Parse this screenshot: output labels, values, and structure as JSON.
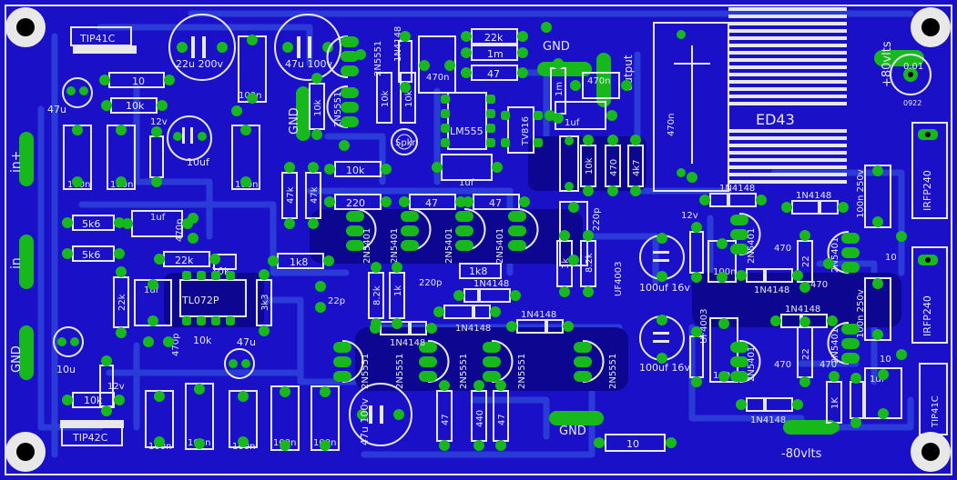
{
  "colors": {
    "board": "#1a10c8",
    "board_dark": "#0c0690",
    "trace": "#2b3bd8",
    "pad": "#17b81c",
    "hole": "#000000",
    "silk": "#e8e8e8",
    "bg": "#000000"
  },
  "labels": {
    "tip41": "TIP41C",
    "tip42": "TIP42C",
    "cap_22u": "22u 200v",
    "cap_47u_100v": "47u 100v",
    "cap_47u_100v_b": "47u 100v",
    "cap_10uf": "10uf",
    "cap_47u_a": "47u",
    "cap_47u_b": "47u",
    "cap_10u": "10u",
    "cap_1uf_a": "1uf",
    "cap_1uf_b": "1uf",
    "cap_1uf_c": "1uf",
    "cap_1uf_d": "1uf",
    "cap_1uf_e": "1uf",
    "cap_470n_a": "470n",
    "cap_470n_big": "470n",
    "cap_470p_a": "470p",
    "cap_470p_b": "470p",
    "cap_220p_a": "220p",
    "cap_220p_b": "220p",
    "cap_22p": "22p",
    "cap_100uf_16v_a": "100uf 16v",
    "cap_100uf_16v_b": "100uf 16v",
    "cap_100n_250v_a": "100n 250v",
    "cap_100n_250v_b": "100n 250v",
    "cap_0_01": "0.01",
    "cap_0922": "0922",
    "cap_100n": "100n",
    "res_10": "10",
    "res_10k": "10k",
    "res_22k": "22k",
    "res_1m": "1m",
    "res_47": "47",
    "res_47k": "47k",
    "res_220": "220",
    "res_5k6": "5k6",
    "res_1k8": "1k8",
    "res_8k2": "8.2k",
    "res_1k": "1k",
    "res_3k3": "3k3",
    "res_4k7": "4k7",
    "res_470": "470",
    "res_440": "440",
    "res_22": "22",
    "res_1k_b": "1K",
    "res_12v": "12v",
    "res_12v_b": "12v",
    "res_12v_c": "12v",
    "ic_lm555": "LM555",
    "ic_tl072": "TL072P",
    "ic_tv816": "TV816",
    "speaker": "Spkr",
    "xfmr": "ED43",
    "rail_pos": "+80vlts",
    "rail_neg": "-80vlts",
    "gnd_a": "GND",
    "gnd_b": "GND",
    "gnd_c": "GND",
    "gnd_d": "GND",
    "in_plus": "in+",
    "in": "in",
    "output": "output",
    "irfp240_a": "IRFP240",
    "irfp240_b": "IRFP240",
    "uf4003_a": "UF4003",
    "uf4003_b": "UF4003",
    "n4148": "1N4148",
    "n5401": "2N5401",
    "n5551": "2N5551",
    "tip_right": "TIP41C",
    "num_1": "1",
    "num_10": "10"
  }
}
